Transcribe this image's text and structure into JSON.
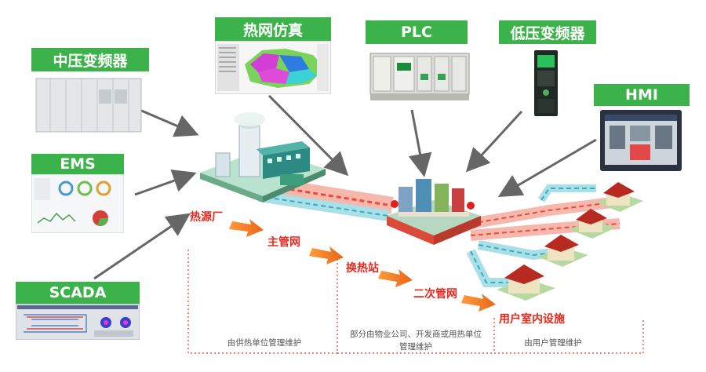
{
  "equipment_labels": {
    "thermal_sim": "热网仿真",
    "plc": "PLC",
    "lv_inverter": "低压变频器",
    "mv_inverter": "中压变频器",
    "hmi": "HMI",
    "ems": "EMS",
    "scada": "SCADA"
  },
  "stages": {
    "heat_plant": "热源厂",
    "main_network": "主管网",
    "exchange_station": "换热站",
    "secondary_network": "二次管网",
    "indoor_facilities": "用户室内设施"
  },
  "responsibilities": {
    "heating_unit": "由供热单位管理维护",
    "property_company": "部分由物业公司、开发商或用热单位管理维护",
    "user": "由用户管理维护"
  },
  "colors": {
    "label_green": "#3cb34a",
    "stage_red": "#e8281e",
    "flow_arrow": "#f07a1e",
    "dotted_red": "#e03a2e"
  }
}
